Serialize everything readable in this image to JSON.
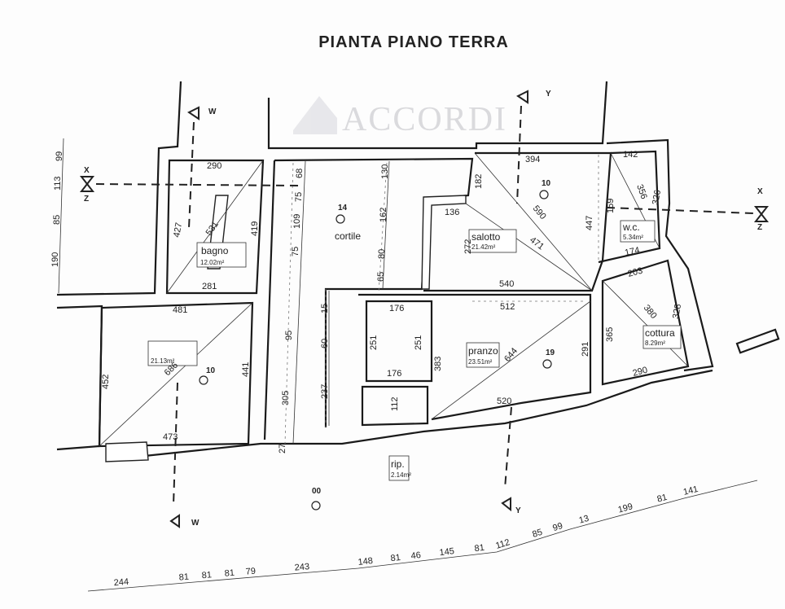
{
  "title": "PIANTA PIANO TERRA",
  "watermark": "ACCORDI",
  "rooms": {
    "bagno": {
      "name": "bagno",
      "area": "12.02m²"
    },
    "left_room": {
      "name": "",
      "area": "21.13m²",
      "level": "10"
    },
    "cortile": {
      "name": "cortile",
      "level": "14"
    },
    "salotto": {
      "name": "salotto",
      "area": "21.42m²",
      "level": "10"
    },
    "wc": {
      "name": "w.c.",
      "area": "5.34m²"
    },
    "pranzo": {
      "name": "pranzo",
      "area": "23.51m²",
      "level": "19"
    },
    "cottura": {
      "name": "cottura",
      "area": "8.29m²"
    },
    "rip": {
      "name": "rip.",
      "area": "2.14m²"
    },
    "exterior": {
      "level": "00"
    }
  },
  "sections": {
    "w": "W",
    "y": "Y",
    "x": "X",
    "z": "Z"
  },
  "dimensions": {
    "left_column": [
      "99",
      "113",
      "85",
      "190"
    ],
    "bagno": [
      "290",
      "427",
      "531",
      "419",
      "281"
    ],
    "left_room": [
      "481",
      "452",
      "686",
      "441",
      "473"
    ],
    "cortile_left": [
      "68",
      "75",
      "109",
      "75"
    ],
    "cortile_right": [
      "130",
      "162",
      "80",
      "65"
    ],
    "middle_column": [
      "15",
      "60",
      "237",
      "95",
      "305",
      "27"
    ],
    "salotto": [
      "394",
      "182",
      "136",
      "272",
      "590",
      "471",
      "540",
      "447",
      "512"
    ],
    "wc": [
      "142",
      "326",
      "356",
      "159",
      "174"
    ],
    "small_room": [
      "176",
      "251",
      "251",
      "176",
      "383"
    ],
    "pranzo": [
      "644",
      "291",
      "520",
      "112"
    ],
    "cottura": [
      "203",
      "380",
      "328",
      "365",
      "290"
    ],
    "bottom_chain": [
      "244",
      "81",
      "81",
      "81",
      "79",
      "243",
      "148",
      "81",
      "46",
      "145",
      "81",
      "112",
      "85",
      "99",
      "13",
      "199",
      "81",
      "141"
    ]
  }
}
